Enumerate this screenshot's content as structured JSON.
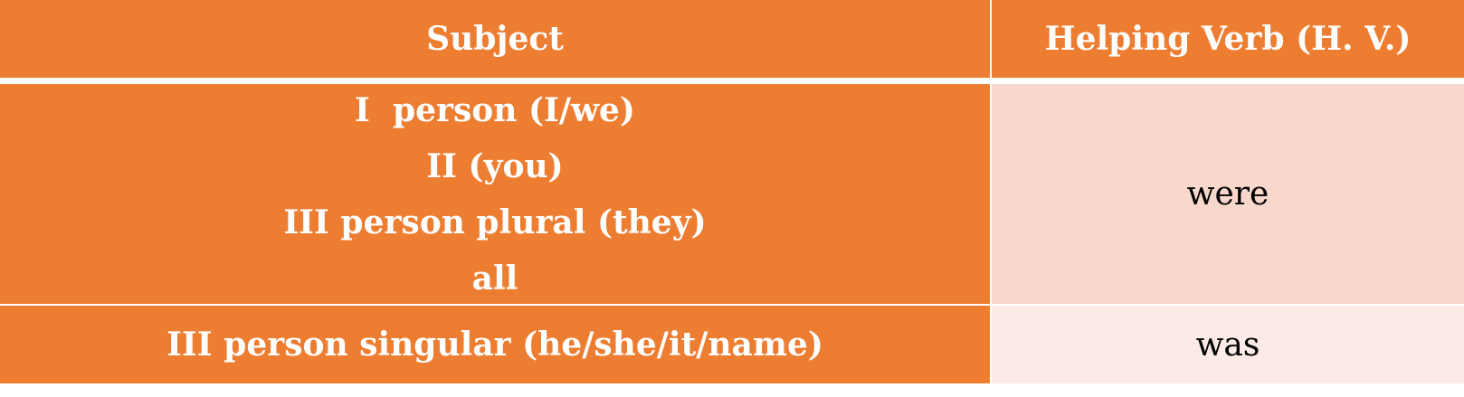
{
  "table": {
    "headers": {
      "subject": "Subject",
      "helping_verb": "Helping Verb (H. V.)"
    },
    "rows": [
      {
        "subject_lines": [
          "I  person (I/we)",
          "II (you)",
          "III person plural (they)",
          "all"
        ],
        "helping_verb": "were"
      },
      {
        "subject_lines": [
          "III person singular (he/she/it/name)"
        ],
        "helping_verb": "was"
      }
    ]
  },
  "colors": {
    "header_bg": "#ED7D31",
    "subject_bg": "#ED7D31",
    "verb_row1_bg": "#F8D7CC",
    "verb_row2_bg": "#FBEAE5",
    "header_text": "#FFFFFF"
  }
}
